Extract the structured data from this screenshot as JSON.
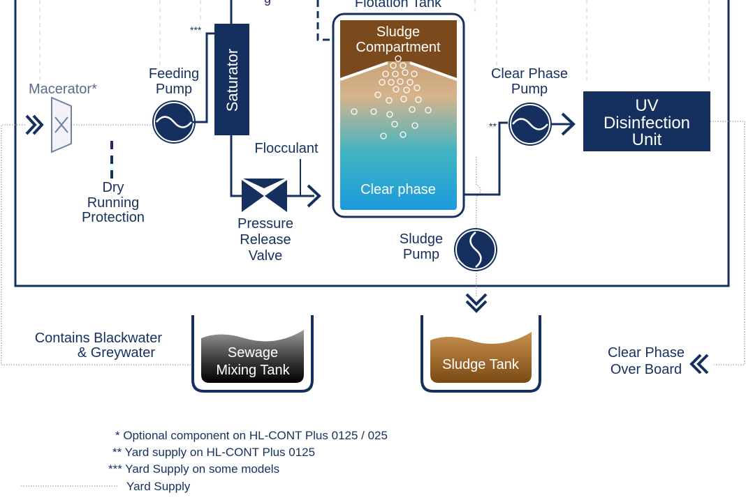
{
  "colors": {
    "navy": "#15305e",
    "panel": "#0d2a5c",
    "brown": "#7a4a1c",
    "sand": "#c9a57a",
    "teal": "#3bb3c3",
    "blue": "#1c9ad9",
    "grey_line": "#c8c8c8",
    "dark_sewage": "#1a1a1a",
    "sludge_brown": "#a06a2c"
  },
  "top_cut_label": "g",
  "flotation_tank": {
    "title": "Flotation Tank",
    "sludge_compartment_line1": "Sludge",
    "sludge_compartment_line2": "Compartment",
    "clear_phase": "Clear phase"
  },
  "macerator": {
    "label": "Macerator*"
  },
  "feeding_pump": {
    "line1": "Feeding",
    "line2": "Pump"
  },
  "saturator": {
    "label": "Saturator",
    "note": "***"
  },
  "dry_running": {
    "line1": "Dry",
    "line2": "Running",
    "line3": "Protection"
  },
  "flocculant": {
    "label": "Flocculant"
  },
  "pressure_valve": {
    "line1": "Pressure",
    "line2": "Release",
    "line3": "Valve"
  },
  "clear_phase_pump": {
    "line1": "Clear Phase",
    "line2": "Pump",
    "note": "**"
  },
  "uv_unit": {
    "line1": "UV",
    "line2": "Disinfection",
    "line3": "Unit"
  },
  "sludge_pump": {
    "line1": "Sludge",
    "line2": "Pump"
  },
  "contains": {
    "line1": "Contains Blackwater",
    "line2": "& Greywater"
  },
  "sewage_tank": {
    "line1": "Sewage",
    "line2": "Mixing Tank"
  },
  "sludge_tank": {
    "label": "Sludge Tank"
  },
  "overboard": {
    "line1": "Clear Phase",
    "line2": "Over Board"
  },
  "legend": [
    "* Optional component on HL-CONT Plus 0125 / 025",
    "** Yard supply on HL-CONT Plus 0125",
    "*** Yard Supply on some models",
    "Yard Supply"
  ]
}
